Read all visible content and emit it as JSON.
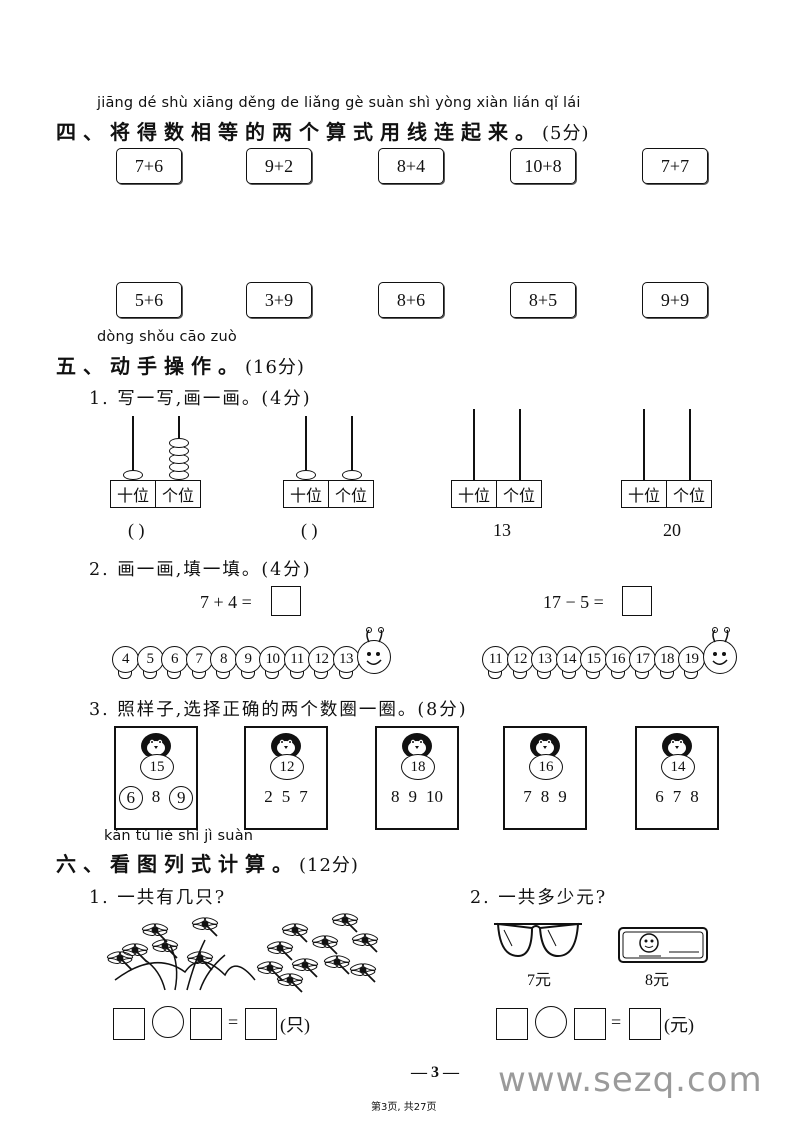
{
  "section4": {
    "pinyin": "jiāng dé shù xiāng děng de liǎng gè suàn shì yòng xiàn lián qǐ lái",
    "heading": "四、将得数相等的两个算式用线连起来。",
    "points": "(5分)",
    "top_exprs": [
      "7+6",
      "9+2",
      "8+4",
      "10+8",
      "7+7"
    ],
    "bottom_exprs": [
      "5+6",
      "3+9",
      "8+6",
      "8+5",
      "9+9"
    ]
  },
  "section5": {
    "pinyin": "dòng shǒu cāo zuò",
    "heading": "五、动手操作。",
    "points": "(16分)",
    "q1": {
      "title": "1. 写一写,画一画。(4分)",
      "tens_label": "十位",
      "ones_label": "个位",
      "abacus_answers": [
        "(      )",
        "(      )",
        "13",
        "20"
      ],
      "beads": [
        [
          1,
          5
        ],
        [
          1,
          1
        ],
        [
          0,
          0
        ],
        [
          0,
          0
        ]
      ]
    },
    "q2": {
      "title": "2. 画一画,填一填。(4分)",
      "eq_left": "7 + 4 =",
      "eq_right": "17 − 5 =",
      "caterpillar_left": [
        "4",
        "5",
        "6",
        "7",
        "8",
        "9",
        "10",
        "11",
        "12",
        "13"
      ],
      "caterpillar_right": [
        "11",
        "12",
        "13",
        "14",
        "15",
        "16",
        "17",
        "18",
        "19"
      ]
    },
    "q3": {
      "title": "3. 照样子,选择正确的两个数圈一圈。(8分)",
      "cards": [
        {
          "target": "15",
          "options": [
            "6",
            "8",
            "9"
          ],
          "circled": [
            0,
            2
          ]
        },
        {
          "target": "12",
          "options": [
            "2",
            "5",
            "7"
          ],
          "circled": []
        },
        {
          "target": "18",
          "options": [
            "8",
            "9",
            "10"
          ],
          "circled": []
        },
        {
          "target": "16",
          "options": [
            "7",
            "8",
            "9"
          ],
          "circled": []
        },
        {
          "target": "14",
          "options": [
            "6",
            "7",
            "8"
          ],
          "circled": []
        }
      ]
    }
  },
  "section6": {
    "pinyin": "kàn tú liè shì jì suàn",
    "heading": "六、看图列式计算。",
    "points": "(12分)",
    "q1": {
      "title": "1. 一共有几只?",
      "unit": "(只)",
      "equals": "="
    },
    "q2": {
      "title": "2. 一共多少元?",
      "price1": "7元",
      "price2": "8元",
      "unit": "(元)",
      "equals": "="
    }
  },
  "footer": {
    "page_number": "— 3 —",
    "page_info": "第3页, 共27页",
    "watermark": "www.sezq.com"
  }
}
